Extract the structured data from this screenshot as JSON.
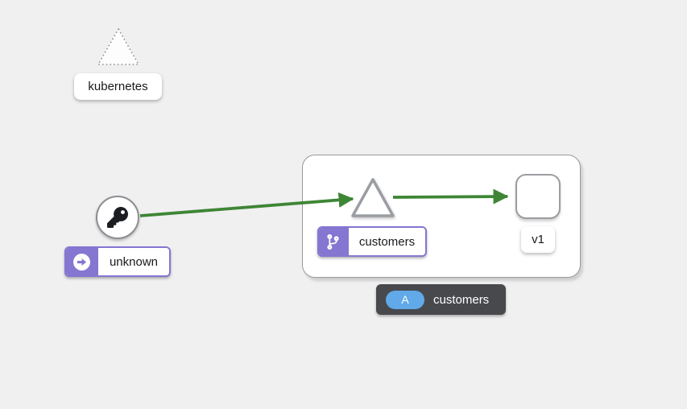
{
  "colors": {
    "background": "#f0f0f1",
    "edge_green": "#3e8635",
    "node_border_gray": "#9a9da1",
    "accent_purple": "#8476d1",
    "app_badge_blue": "#61a9e8",
    "group_label_bg": "#47494d",
    "text_dark": "#17191c",
    "text_light": "#ffffff"
  },
  "nodes": {
    "kubernetes": {
      "label": "kubernetes",
      "icon": "dotted-triangle"
    },
    "unknown": {
      "label": "unknown",
      "node_icon": "key-icon",
      "badge_icon": "arrow-circle-right-icon"
    },
    "service": {
      "label": "customers",
      "badge_icon": "code-branch-icon"
    },
    "workload": {
      "label": "v1"
    }
  },
  "group": {
    "badge": "A",
    "label": "customers"
  }
}
